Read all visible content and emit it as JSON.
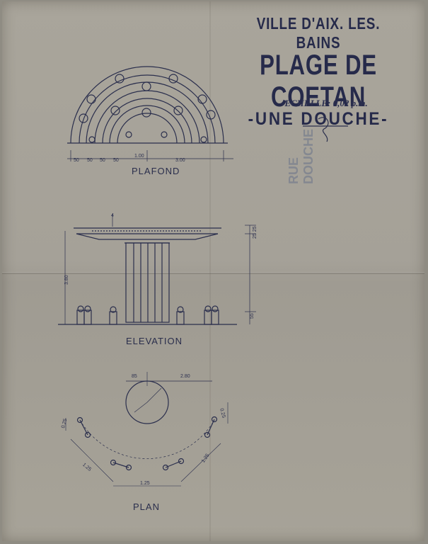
{
  "title": {
    "city": "VILLE D'AIX. LES. BAINS",
    "place": "PLAGE DE COETAN",
    "item": "-UNE DOUCHE-",
    "scale": "-ECHELLE: 0,02 p.m."
  },
  "stamp_text": "RUE DOUCHE",
  "views": {
    "plafond": {
      "caption": "PLAFOND",
      "dims": [
        "50",
        "50",
        "50",
        "50",
        "1.00",
        "3.00"
      ]
    },
    "elevation": {
      "caption": "ELEVATION",
      "marker": "4",
      "dims": {
        "height": "3.80",
        "top": "25 25",
        "base": "55"
      }
    },
    "plan": {
      "caption": "PLAN",
      "dims": {
        "diameter": "85",
        "radius": "2.80",
        "left_small": "0.25",
        "right_small": "0.25",
        "left_arc": "1.25",
        "right_arc": "1.25",
        "bottom": "1.25"
      }
    }
  },
  "colors": {
    "ink": "#262a4a",
    "paper": "#a7a398"
  }
}
